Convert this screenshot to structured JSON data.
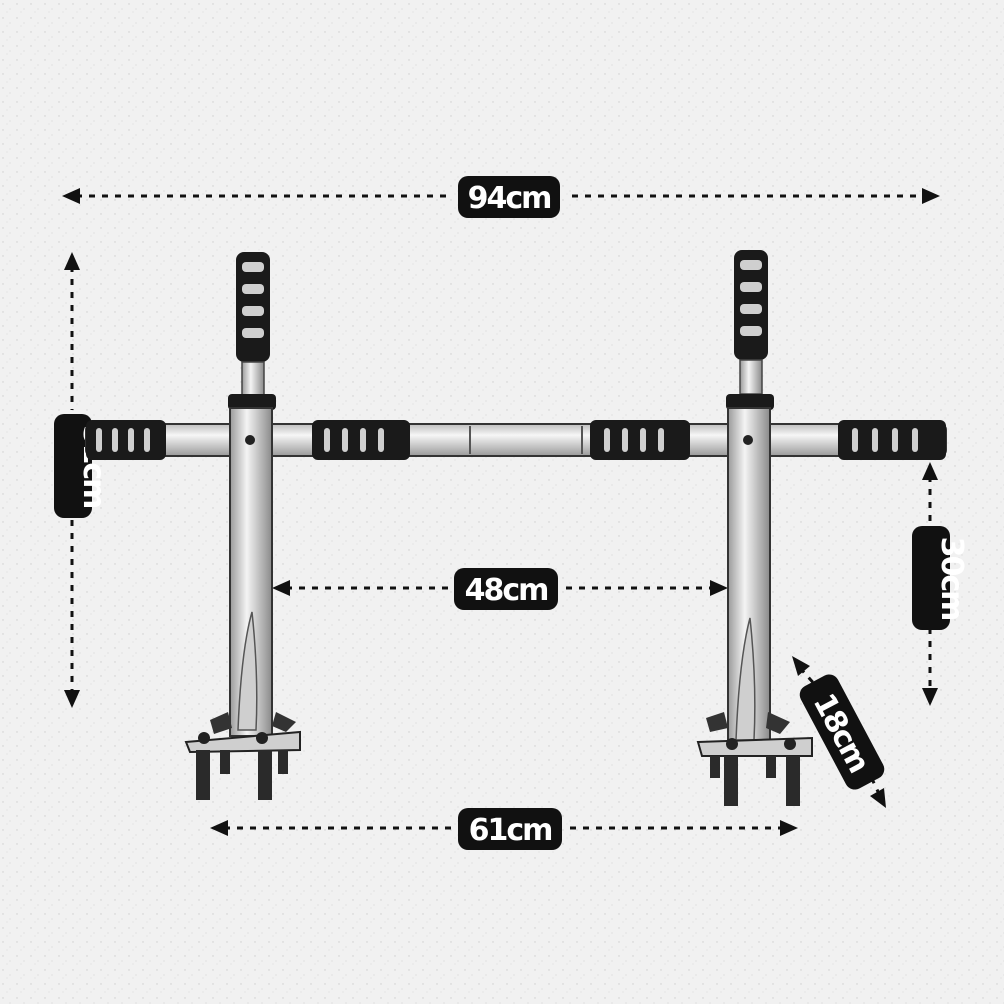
{
  "dimensions": {
    "overall_width": "94cm",
    "overall_height": "51cm",
    "inner_span": "48cm",
    "base_width": "61cm",
    "handle_drop": "30cm",
    "bracket_depth": "18cm"
  },
  "colors": {
    "background": "#f1f1f1",
    "label_fill": "#111111",
    "label_text": "#ffffff",
    "grip": "#1a1a1a",
    "bar": "#d9d9d9"
  }
}
